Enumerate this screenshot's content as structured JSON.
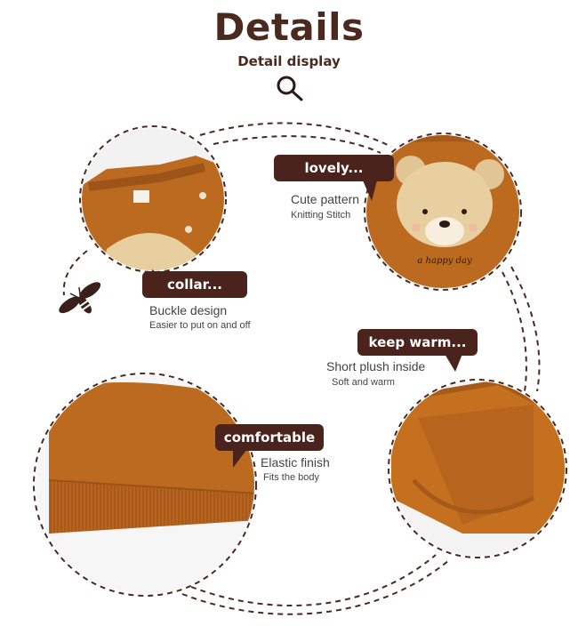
{
  "header": {
    "title": "Details",
    "subtitle": "Detail display"
  },
  "colors": {
    "fabric": "#bd6a21",
    "label_bg": "#4a231d",
    "title": "#4a2a1f",
    "plush": "#e8cfa0"
  },
  "details": [
    {
      "label": "collar...",
      "caption": "Buckle design",
      "sub": "Easier to put on and off"
    },
    {
      "label": "lovely...",
      "caption": "Cute pattern",
      "sub": "Knitting Stitch"
    },
    {
      "label": "keep warm...",
      "caption": "Short plush inside",
      "sub": "Soft and warm"
    },
    {
      "label": "comfortable",
      "caption": "Elastic finish",
      "sub": "Fits the body"
    }
  ],
  "print_text": "a happy day",
  "icons": [
    "magnifier-icon",
    "bee-icon"
  ]
}
